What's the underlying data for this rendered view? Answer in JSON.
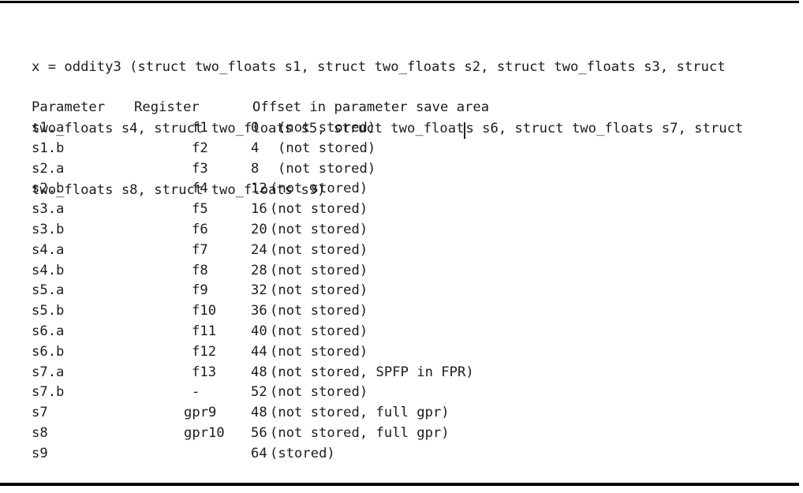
{
  "signature": {
    "line1": "x = oddity3 (struct two_floats s1, struct two_floats s2, struct two_floats s3, struct",
    "line2_before_caret": "two_floats s4, struct two_floats s5, struct two_float",
    "line2_after_caret": "s s6, struct two_floats s7, struct",
    "line3": "two_floats s8, struct two_floats s9)"
  },
  "table": {
    "headers": [
      "Parameter",
      "Register",
      "Offset in parameter save area"
    ],
    "rows": [
      {
        "parameter": "s1.a",
        "register": "f1",
        "offset": "0",
        "note": "(not stored)"
      },
      {
        "parameter": "s1.b",
        "register": "f2",
        "offset": "4",
        "note": "(not stored)"
      },
      {
        "parameter": "s2.a",
        "register": "f3",
        "offset": "8",
        "note": "(not stored)"
      },
      {
        "parameter": "s2.b",
        "register": "f4",
        "offset": "12",
        "note": "(not stored)"
      },
      {
        "parameter": "s3.a",
        "register": "f5",
        "offset": "16",
        "note": "(not stored)"
      },
      {
        "parameter": "s3.b",
        "register": "f6",
        "offset": "20",
        "note": "(not stored)"
      },
      {
        "parameter": "s4.a",
        "register": "f7",
        "offset": "24",
        "note": "(not stored)"
      },
      {
        "parameter": "s4.b",
        "register": "f8",
        "offset": "28",
        "note": "(not stored)"
      },
      {
        "parameter": "s5.a",
        "register": "f9",
        "offset": "32",
        "note": "(not stored)"
      },
      {
        "parameter": "s5.b",
        "register": "f10",
        "offset": "36",
        "note": "(not stored)"
      },
      {
        "parameter": "s6.a",
        "register": "f11",
        "offset": "40",
        "note": "(not stored)"
      },
      {
        "parameter": "s6.b",
        "register": "f12",
        "offset": "44",
        "note": "(not stored)"
      },
      {
        "parameter": "s7.a",
        "register": "f13",
        "offset": "48",
        "note": "(not stored, SPFP in FPR)"
      },
      {
        "parameter": "s7.b",
        "register": "-",
        "offset": "52",
        "note": "(not stored)"
      },
      {
        "parameter": "s7",
        "register": "gpr9",
        "offset": "48",
        "note": "(not stored, full gpr)"
      },
      {
        "parameter": "s8",
        "register": "gpr10",
        "offset": "56",
        "note": "(not stored, full gpr)"
      },
      {
        "parameter": "s9",
        "register": "",
        "offset": "64",
        "note": "(stored)"
      }
    ]
  },
  "colors": {
    "text": "#1c1c1c",
    "rule": "#000000",
    "background": "#ffffff"
  }
}
